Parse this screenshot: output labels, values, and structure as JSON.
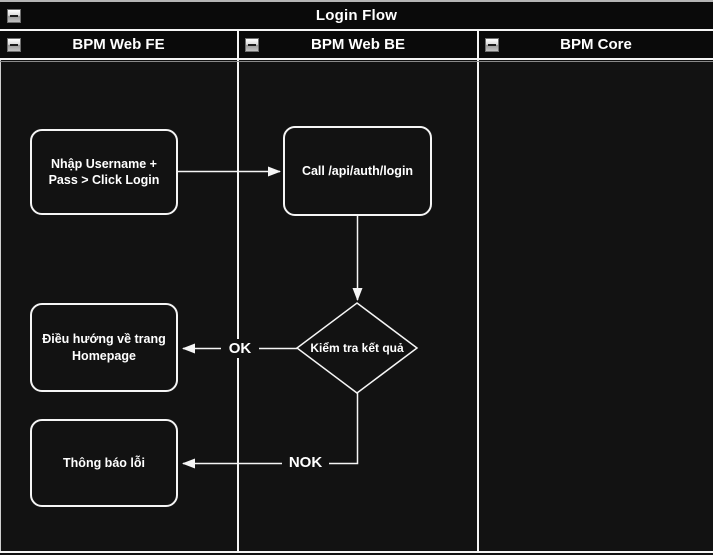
{
  "diagram": {
    "title": "Login Flow",
    "lanes": [
      {
        "label": "BPM Web FE"
      },
      {
        "label": "BPM Web BE"
      },
      {
        "label": "BPM Core"
      }
    ],
    "nodes": {
      "input_login": "Nhập Username +\nPass > Click Login",
      "call_api": "Call /api/auth/login",
      "check_result": "Kiểm tra kết quả",
      "go_homepage": "Điều hướng về trang\nHomepage",
      "error_message": "Thông báo lỗi"
    },
    "edge_labels": {
      "ok": "OK",
      "nok": "NOK"
    },
    "colors": {
      "background": "#121212",
      "header_background": "#0a0a0a",
      "line": "#f5f5f5",
      "text": "#ffffff",
      "collapse_button": "#c2c2c2"
    }
  }
}
